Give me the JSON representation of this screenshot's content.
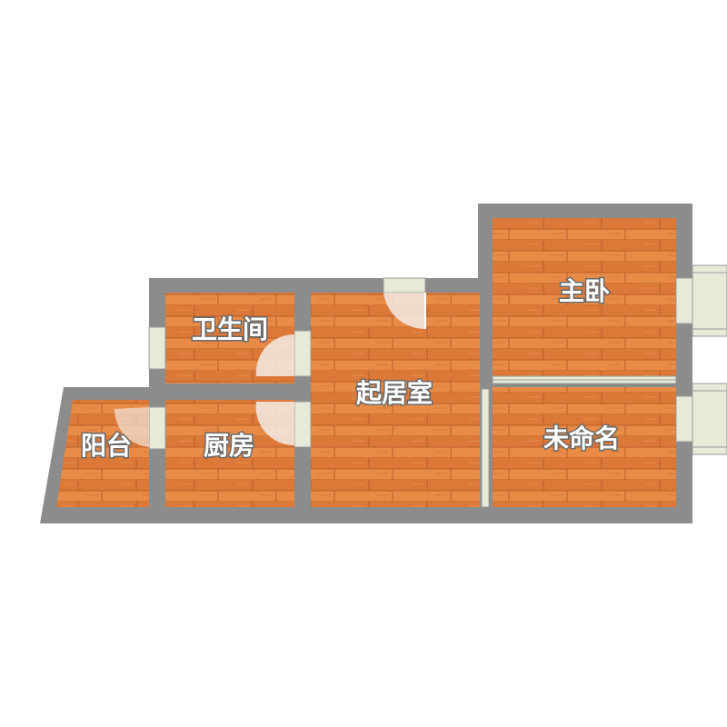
{
  "plan": {
    "rooms": {
      "balcony": "阳台",
      "bathroom": "卫生间",
      "kitchen": "厨房",
      "living_room": "起居室",
      "master_bedroom": "主卧",
      "unnamed_room": "未命名"
    }
  },
  "colors": {
    "wall": "#8c8c8c",
    "floor": "#e07a3c",
    "floor_dark": "#c9682e",
    "window": "#e8ead8",
    "door_swing": "#f2e4dc"
  }
}
